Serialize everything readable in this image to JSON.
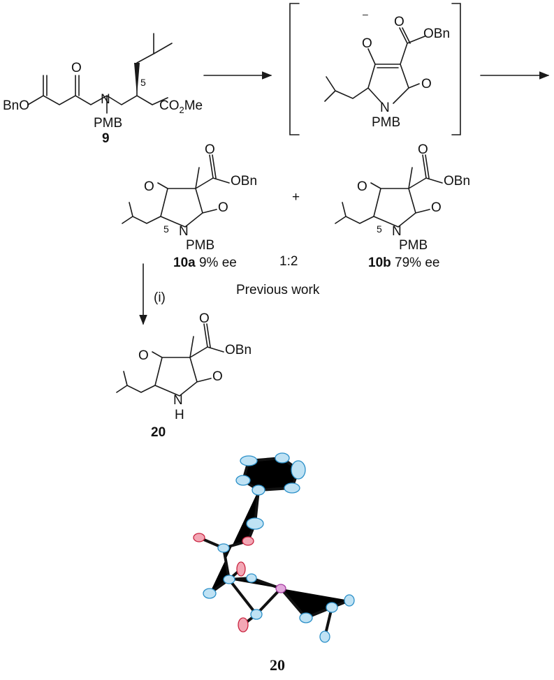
{
  "compound_9": {
    "label": "9",
    "groups": {
      "bno": "BnO",
      "n": "N",
      "pmb": "PMB",
      "ester": "CO",
      "ester_sub": "2",
      "ester_end": "Me",
      "stereo": "5"
    }
  },
  "intermediate": {
    "charge": "–",
    "groups": {
      "o_minus": "O",
      "obn": "OBn",
      "o": "O",
      "o2": "O",
      "n": "N",
      "pmb": "PMB"
    }
  },
  "compound_10a": {
    "label": "10a",
    "ee": "9% ee",
    "groups": {
      "o1": "O",
      "o2": "O",
      "o3": "O",
      "obn": "OBn",
      "n": "N",
      "pmb": "PMB",
      "stereo": "5"
    }
  },
  "plus": "+",
  "ratio": "1:2",
  "compound_10b": {
    "label": "10b",
    "ee": "79% ee",
    "groups": {
      "o1": "O",
      "o2": "O",
      "o3": "O",
      "obn": "OBn",
      "n": "N",
      "pmb": "PMB",
      "stereo": "5"
    }
  },
  "previous_work": "Previous work",
  "step_reagent": "(i)",
  "compound_20": {
    "label": "20",
    "groups": {
      "o1": "O",
      "o2": "O",
      "o3": "O",
      "obn": "OBn",
      "n": "N",
      "h": "H"
    }
  },
  "crystal_label": "20",
  "colors": {
    "carbon": "#bfe2f4",
    "oxygen": "#f3a7b5",
    "nitrogen": "#e3a9dd",
    "bond": "#111111"
  }
}
